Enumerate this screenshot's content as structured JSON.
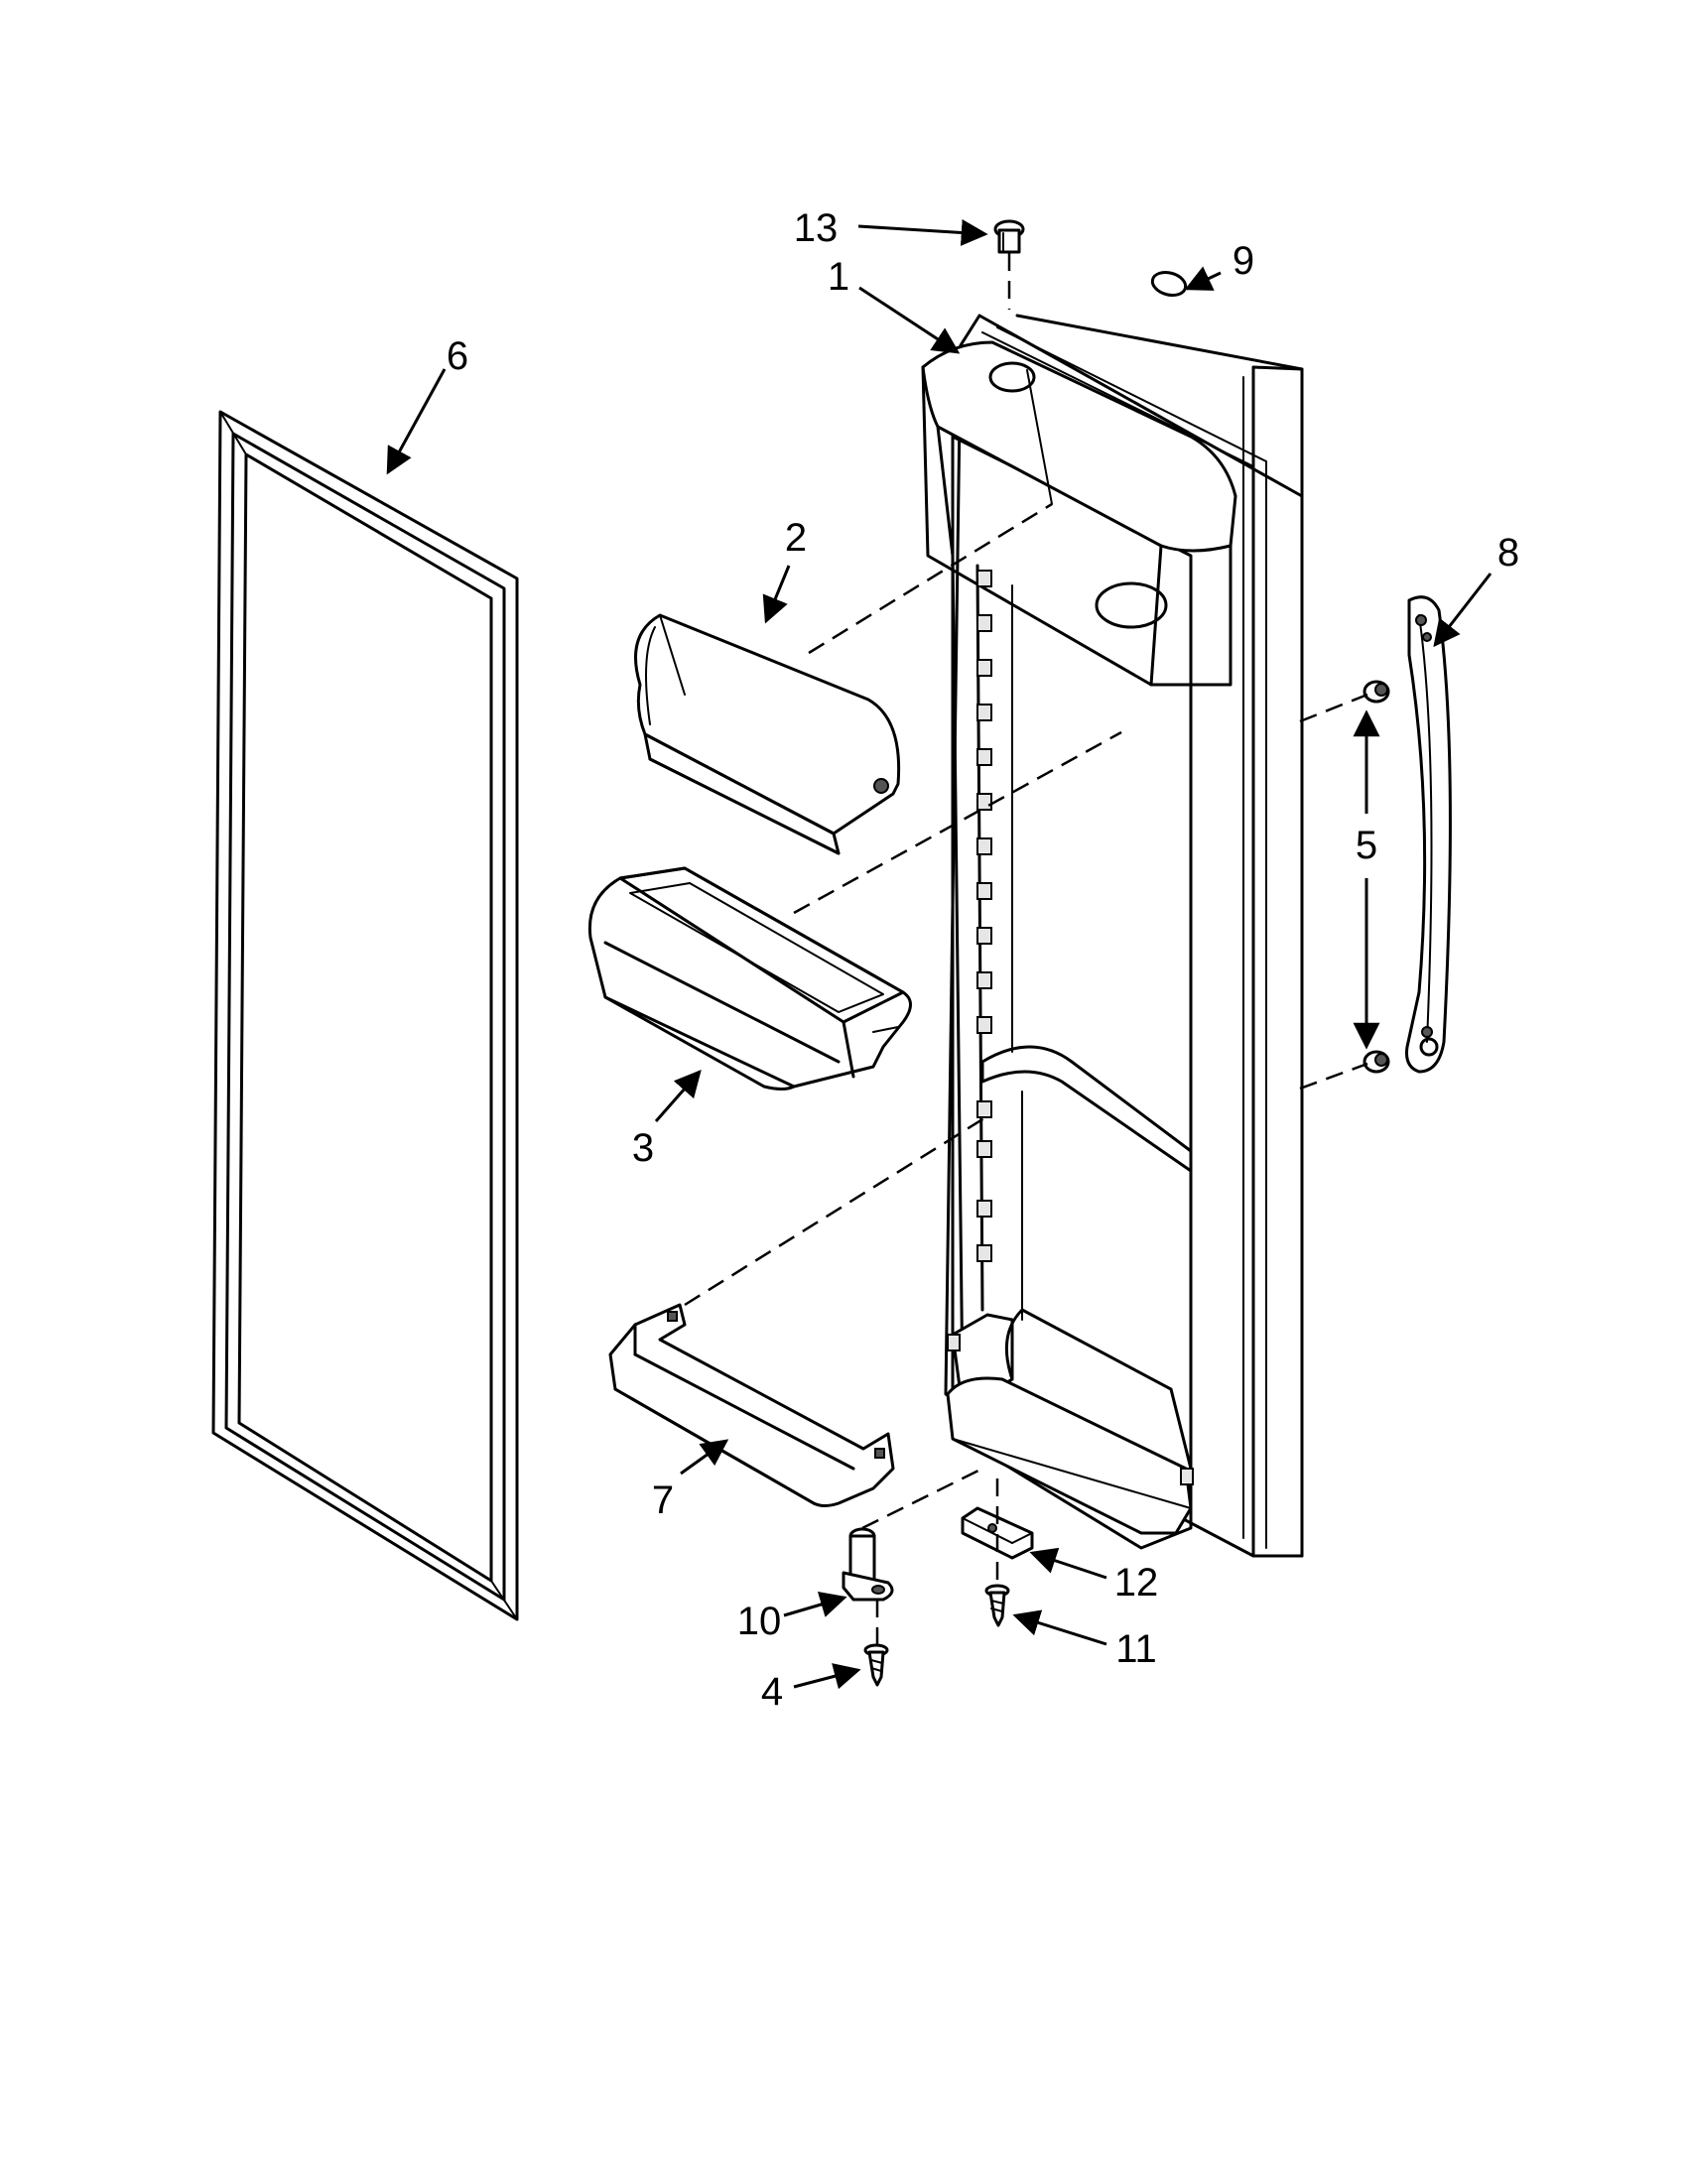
{
  "callouts": [
    {
      "number": "1",
      "part": "door-liner"
    },
    {
      "number": "2",
      "part": "dairy-door"
    },
    {
      "number": "3",
      "part": "door-bin"
    },
    {
      "number": "4",
      "part": "screw"
    },
    {
      "number": "5",
      "part": "spacer"
    },
    {
      "number": "6",
      "part": "door-gasket"
    },
    {
      "number": "7",
      "part": "door-shelf"
    },
    {
      "number": "8",
      "part": "door-handle"
    },
    {
      "number": "9",
      "part": "hinge-washer"
    },
    {
      "number": "10",
      "part": "bottom-hinge"
    },
    {
      "number": "11",
      "part": "hinge-screw"
    },
    {
      "number": "12",
      "part": "hinge-bracket"
    },
    {
      "number": "13",
      "part": "hinge-bushing"
    }
  ],
  "colors": {
    "line": "#000000",
    "background": "#ffffff"
  }
}
